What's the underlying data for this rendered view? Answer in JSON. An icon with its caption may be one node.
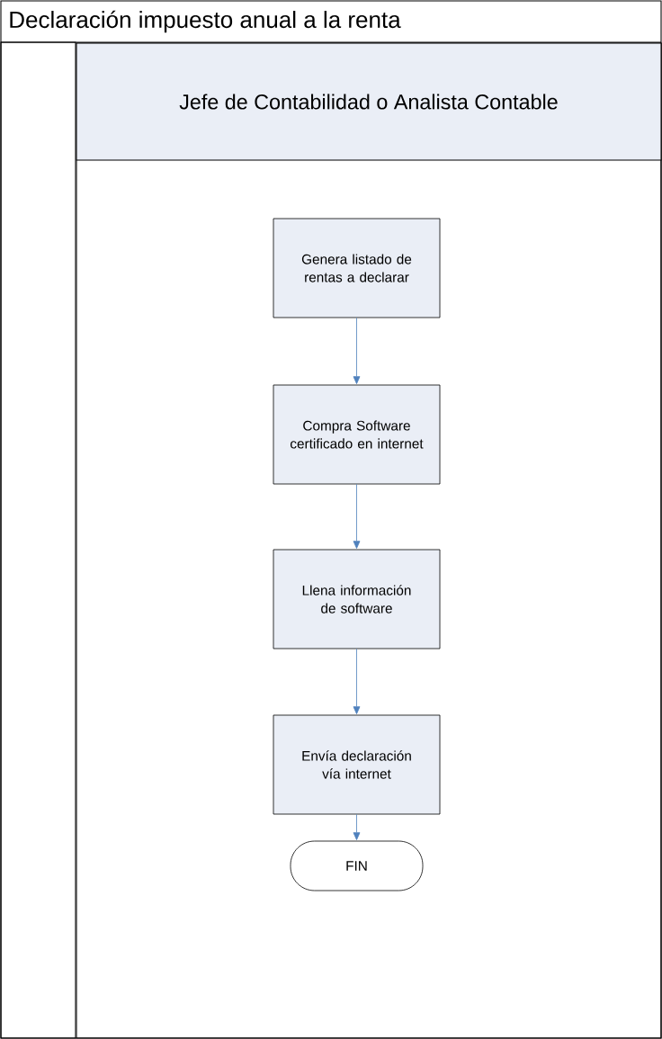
{
  "diagram": {
    "nodes": [
      {
        "text": [
          "Declaración impuesto anual a la renta"
        ]
      },
      {
        "text": [
          "Jefe de Contabilidad o Analista Contable"
        ],
        "in": 0
      },
      {
        "text": [
          "Genera listado de rentas a declarar"
        ],
        "in": 1
      },
      {
        "text": [
          "Compra Software certificado en internet"
        ],
        "in": 1
      },
      {
        "text": [
          "Llena información de software"
        ],
        "in": 1
      },
      {
        "text": [
          "Envía declaración vía internet"
        ],
        "in": 1
      },
      {
        "text": [
          "FIN"
        ],
        "in": 1
      }
    ],
    "edges": [
      {
        "from": 2,
        "to": 3,
        "arrow": "to"
      },
      {
        "from": 3,
        "to": 4,
        "arrow": "to"
      },
      {
        "from": 4,
        "to": 5,
        "arrow": "to"
      },
      {
        "from": 5,
        "to": 6,
        "arrow": "to"
      }
    ]
  }
}
